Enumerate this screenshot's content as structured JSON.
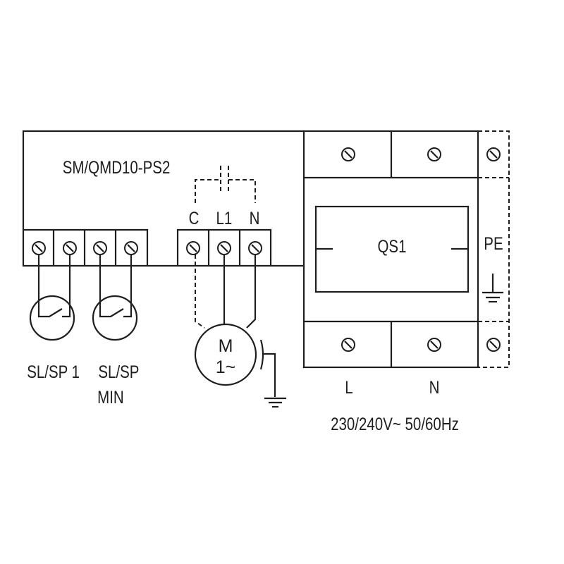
{
  "device": {
    "model_label": "SM/QMD10-PS2"
  },
  "motor_terminals": {
    "c": "C",
    "l1": "L1",
    "n": "N"
  },
  "motor": {
    "line1": "M",
    "line2": "1~"
  },
  "switches": [
    {
      "label": "SL/SP 1"
    },
    {
      "label_line1": "SL/SP",
      "label_line2": "MIN"
    }
  ],
  "breaker": {
    "label": "QS1",
    "pe_label": "PE",
    "bottom_l": "L",
    "bottom_n": "N"
  },
  "supply": {
    "label": "230/240V~ 50/60Hz"
  },
  "colors": {
    "line": "#1e1e1e",
    "background": "#ffffff"
  }
}
